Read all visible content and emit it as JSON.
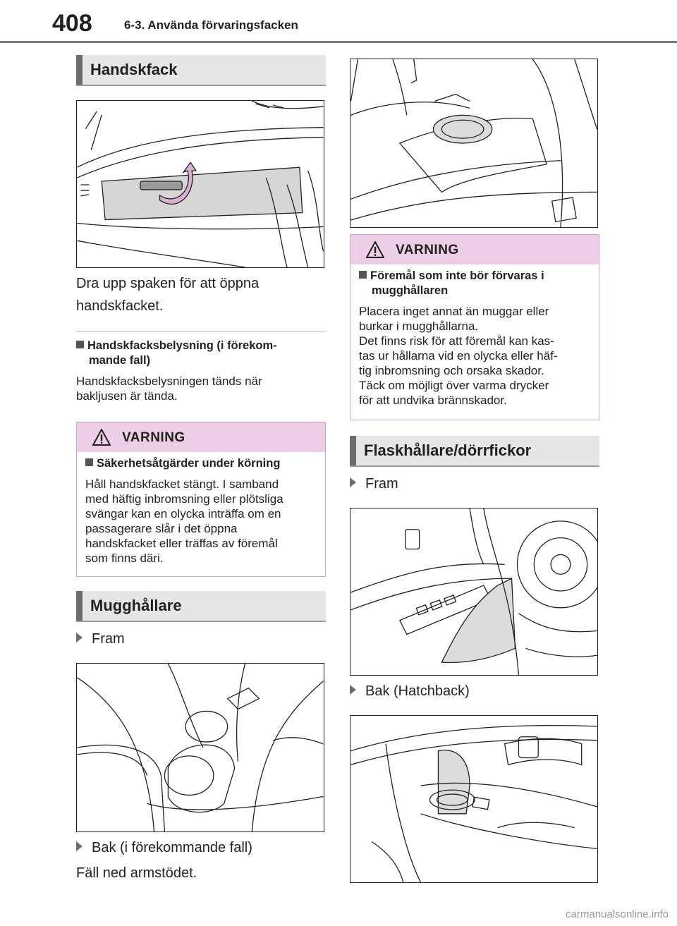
{
  "header": {
    "page_number": "408",
    "chapter": "6-3. Använda förvaringsfacken"
  },
  "left": {
    "handskfack": {
      "heading": "Handskfack",
      "caption_line1": "Dra upp spaken för att öppna",
      "caption_line2": "handskfacket.",
      "subheading_line1": "Handskfacksbelysning (i förekom-",
      "subheading_line2": "mande fall)",
      "text_line1": "Handskfacksbelysningen tänds när",
      "text_line2": "bakljusen är tända."
    },
    "warning": {
      "title": "VARNING",
      "subheading": "Säkerhetsåtgärder under körning",
      "lines": [
        "Håll handskfacket stängt. I samband",
        "med häftig inbromsning eller plötsliga",
        "svängar kan en olycka inträffa om en",
        "passagerare slår i det öppna",
        "handskfacket eller träffas av föremål",
        "som finns däri."
      ]
    },
    "mugghallare": {
      "heading": "Mugghållare",
      "item_front": "Fram",
      "item_rear": "Bak (i förekommande fall)",
      "text": "Fäll ned armstödet."
    }
  },
  "right": {
    "warning": {
      "title": "VARNING",
      "subheading_line1": "Föremål som inte bör förvaras i",
      "subheading_line2": "mugghållaren",
      "lines": [
        "Placera inget annat än muggar eller",
        "burkar i mugghållarna.",
        "Det finns risk för att föremål kan kas-",
        "tas ur hållarna vid en olycka eller häf-",
        "tig inbromsning och orsaka skador.",
        "Täck om möjligt över varma drycker",
        "för att undvika brännskador."
      ]
    },
    "flaskhallare": {
      "heading": "Flaskhållare/dörrfickor",
      "item_front": "Fram",
      "item_rear": "Bak (Hatchback)"
    }
  },
  "footer": {
    "watermark": "carmanualsonline.info"
  }
}
